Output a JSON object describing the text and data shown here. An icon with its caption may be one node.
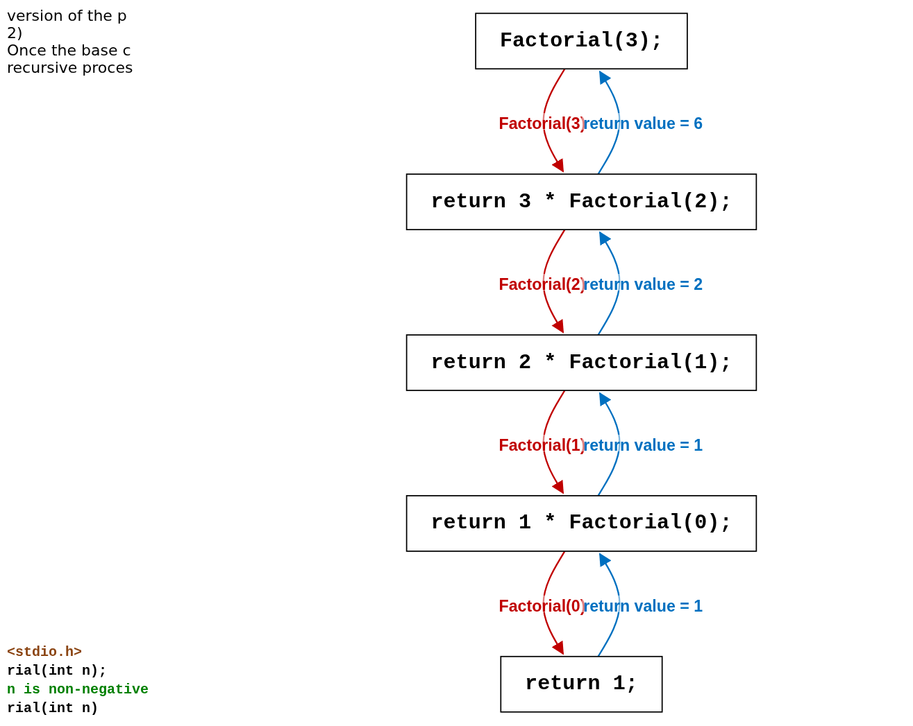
{
  "diagram": {
    "nodes": [
      {
        "text": [
          "Factorial(3);"
        ]
      },
      {
        "text": [
          "return 3 * Factorial(2);"
        ]
      },
      {
        "text": [
          "return 2 * Factorial(1);"
        ]
      },
      {
        "text": [
          "return 1 * Factorial(0);"
        ]
      },
      {
        "text": [
          "return 1;"
        ]
      }
    ],
    "edges": [
      {
        "from": 0,
        "to": 1,
        "arrow": "to",
        "label": "Factorial(3)",
        "color": "#c00000"
      },
      {
        "from": 1,
        "to": 0,
        "arrow": "to",
        "label": "return value = 6",
        "color": "#0070c0"
      },
      {
        "from": 1,
        "to": 2,
        "arrow": "to",
        "label": "Factorial(2)",
        "color": "#c00000"
      },
      {
        "from": 2,
        "to": 1,
        "arrow": "to",
        "label": "return value = 2",
        "color": "#0070c0"
      },
      {
        "from": 2,
        "to": 3,
        "arrow": "to",
        "label": "Factorial(1)",
        "color": "#c00000"
      },
      {
        "from": 3,
        "to": 2,
        "arrow": "to",
        "label": "return value = 1",
        "color": "#0070c0"
      },
      {
        "from": 3,
        "to": 4,
        "arrow": "to",
        "label": "Factorial(0)",
        "color": "#c00000"
      },
      {
        "from": 4,
        "to": 3,
        "arrow": "to",
        "label": "return value = 1",
        "color": "#0070c0"
      }
    ],
    "labels": [
      "version of the p",
      "2)",
      "Once the base c",
      "recursive proces",
      "<stdio.h>",
      "rial(int n);",
      "n is non-negative",
      "rial(int n)"
    ]
  }
}
